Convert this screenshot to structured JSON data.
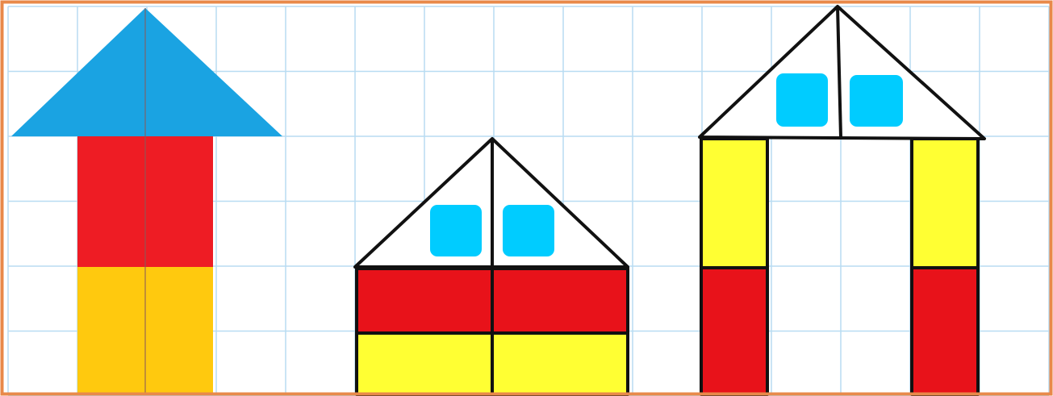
{
  "colors": {
    "background": "#ffffff",
    "border": "#e8894a",
    "grid": "#b8dcf2",
    "outline": "#111111",
    "blue_roof": "#1aa3e2",
    "red": "#ee1c24",
    "red_dark": "#e8121a",
    "orange_yellow": "#ffc90e",
    "yellow": "#ffff33",
    "window": "#00ccff"
  },
  "grid": {
    "columns": 15,
    "rows": 6
  },
  "figures": [
    {
      "name": "figure-1-rocket",
      "parts": [
        {
          "name": "blue-triangle-roof",
          "shape": "triangle",
          "color": "blue_roof"
        },
        {
          "name": "red-rectangle",
          "shape": "rectangle",
          "color": "red"
        },
        {
          "name": "orange-rectangle",
          "shape": "rectangle",
          "color": "orange_yellow"
        }
      ]
    },
    {
      "name": "figure-2-house",
      "parts": [
        {
          "name": "triangle-roof",
          "shape": "triangle",
          "color": "background"
        },
        {
          "name": "window-left",
          "shape": "square",
          "color": "window"
        },
        {
          "name": "window-right",
          "shape": "square",
          "color": "window"
        },
        {
          "name": "red-block-left",
          "shape": "rectangle",
          "color": "red_dark"
        },
        {
          "name": "red-block-right",
          "shape": "rectangle",
          "color": "red_dark"
        },
        {
          "name": "yellow-block-left",
          "shape": "rectangle",
          "color": "yellow"
        },
        {
          "name": "yellow-block-right",
          "shape": "rectangle",
          "color": "yellow"
        }
      ]
    },
    {
      "name": "figure-3-gate",
      "parts": [
        {
          "name": "triangle-roof",
          "shape": "triangle",
          "color": "background"
        },
        {
          "name": "window-left",
          "shape": "square",
          "color": "window"
        },
        {
          "name": "window-right",
          "shape": "square",
          "color": "window"
        },
        {
          "name": "yellow-pillar-left",
          "shape": "rectangle",
          "color": "yellow"
        },
        {
          "name": "red-pillar-left",
          "shape": "rectangle",
          "color": "red_dark"
        },
        {
          "name": "yellow-pillar-right",
          "shape": "rectangle",
          "color": "yellow"
        },
        {
          "name": "red-pillar-right",
          "shape": "rectangle",
          "color": "red_dark"
        }
      ]
    }
  ]
}
